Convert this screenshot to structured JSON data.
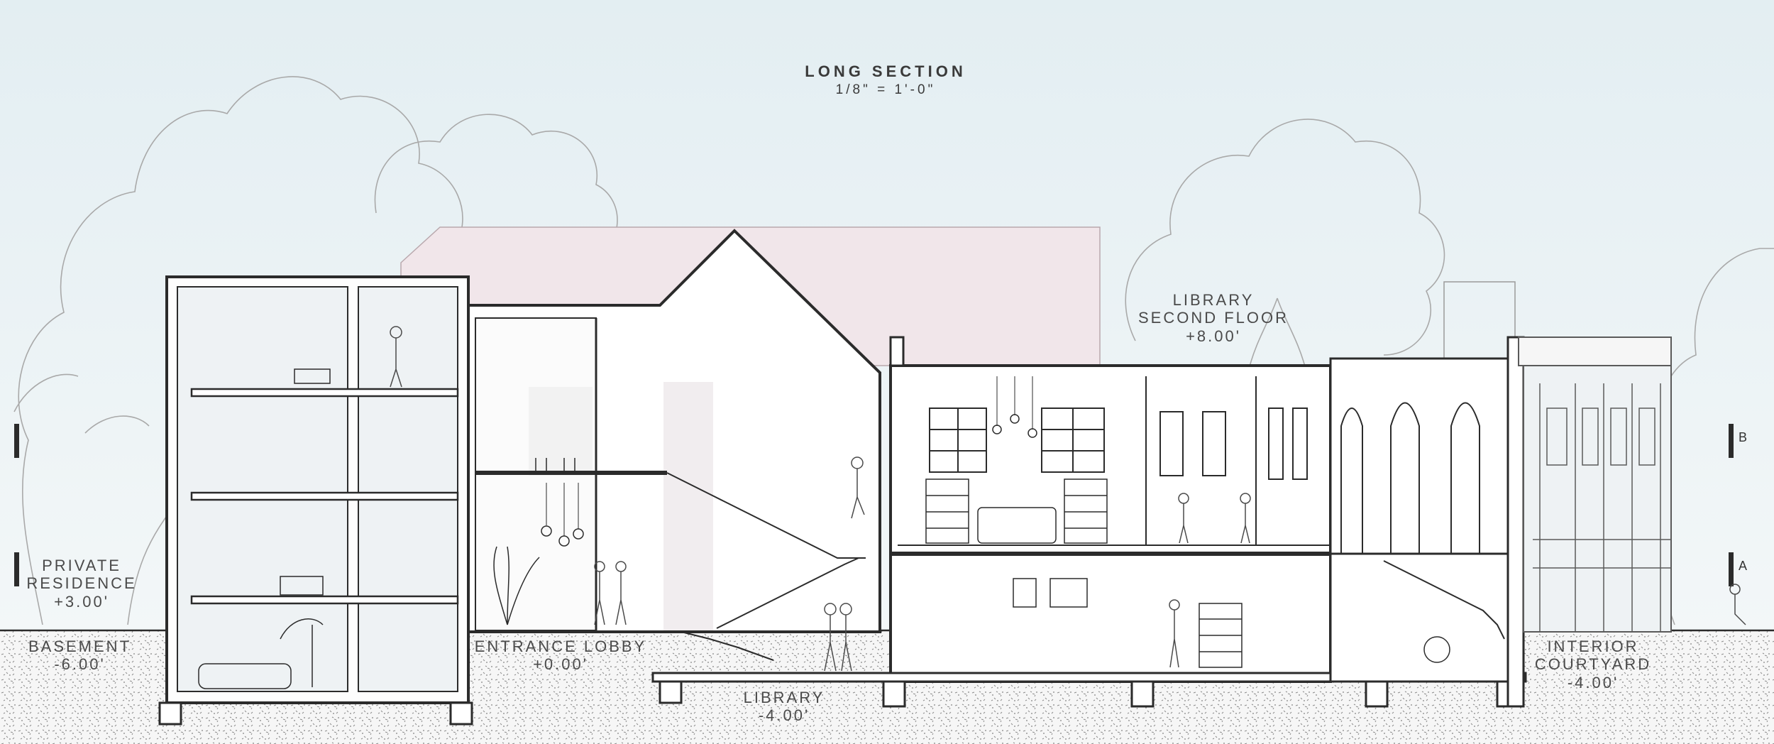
{
  "drawing": {
    "title": "LONG SECTION",
    "scale": "1/8\" = 1'-0\""
  },
  "labels": {
    "private_residence": {
      "title": "PRIVATE RESIDENCE",
      "line1": "PRIVATE",
      "line2": "RESIDENCE",
      "elevation": "+3.00'"
    },
    "basement": {
      "title": "BASEMENT",
      "elevation": "-6.00'"
    },
    "entrance_lobby": {
      "title": "ENTRANCE LOBBY",
      "elevation": "+0.00'"
    },
    "library": {
      "title": "LIBRARY",
      "elevation": "-4.00'"
    },
    "library_second_floor": {
      "title": "LIBRARY SECOND FLOOR",
      "line1": "LIBRARY",
      "line2": "SECOND FLOOR",
      "elevation": "+8.00'"
    },
    "interior_courtyard": {
      "title": "INTERIOR COURTYARD",
      "line1": "INTERIOR",
      "line2": "COURTYARD",
      "elevation": "-4.00'"
    }
  },
  "section_markers": {
    "a": "A",
    "b": "B"
  },
  "colors": {
    "sky": "#e8f0f3",
    "ground_fill": "#f4f4f4",
    "ground_dots": "#9a9a9a",
    "line": "#2b2b2b",
    "tree_outline": "#a9a9a9",
    "background_building": "#f1e6ea",
    "label_text": "#4a4a4a"
  },
  "icons": [
    "tree-outline",
    "human-figure",
    "potted-plant",
    "bookshelf",
    "pendant-lamp",
    "staircase",
    "window-grid",
    "arched-window"
  ]
}
